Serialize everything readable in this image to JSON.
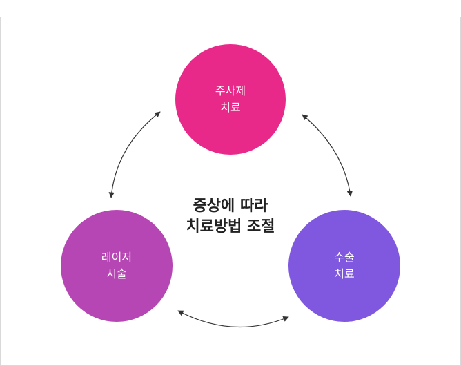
{
  "nodes": {
    "top": {
      "line1": "주사제",
      "line2": "치료",
      "color": "#e8298a"
    },
    "left": {
      "line1": "레이저",
      "line2": "시술",
      "color": "#b646b3"
    },
    "right": {
      "line1": "수술",
      "line2": "치료",
      "color": "#7f58df"
    }
  },
  "center": {
    "line1": "증상에 따라",
    "line2": "치료방법 조절"
  },
  "colors": {
    "arrow": "#333333",
    "text": "#222222",
    "border": "#d9d9d9"
  }
}
